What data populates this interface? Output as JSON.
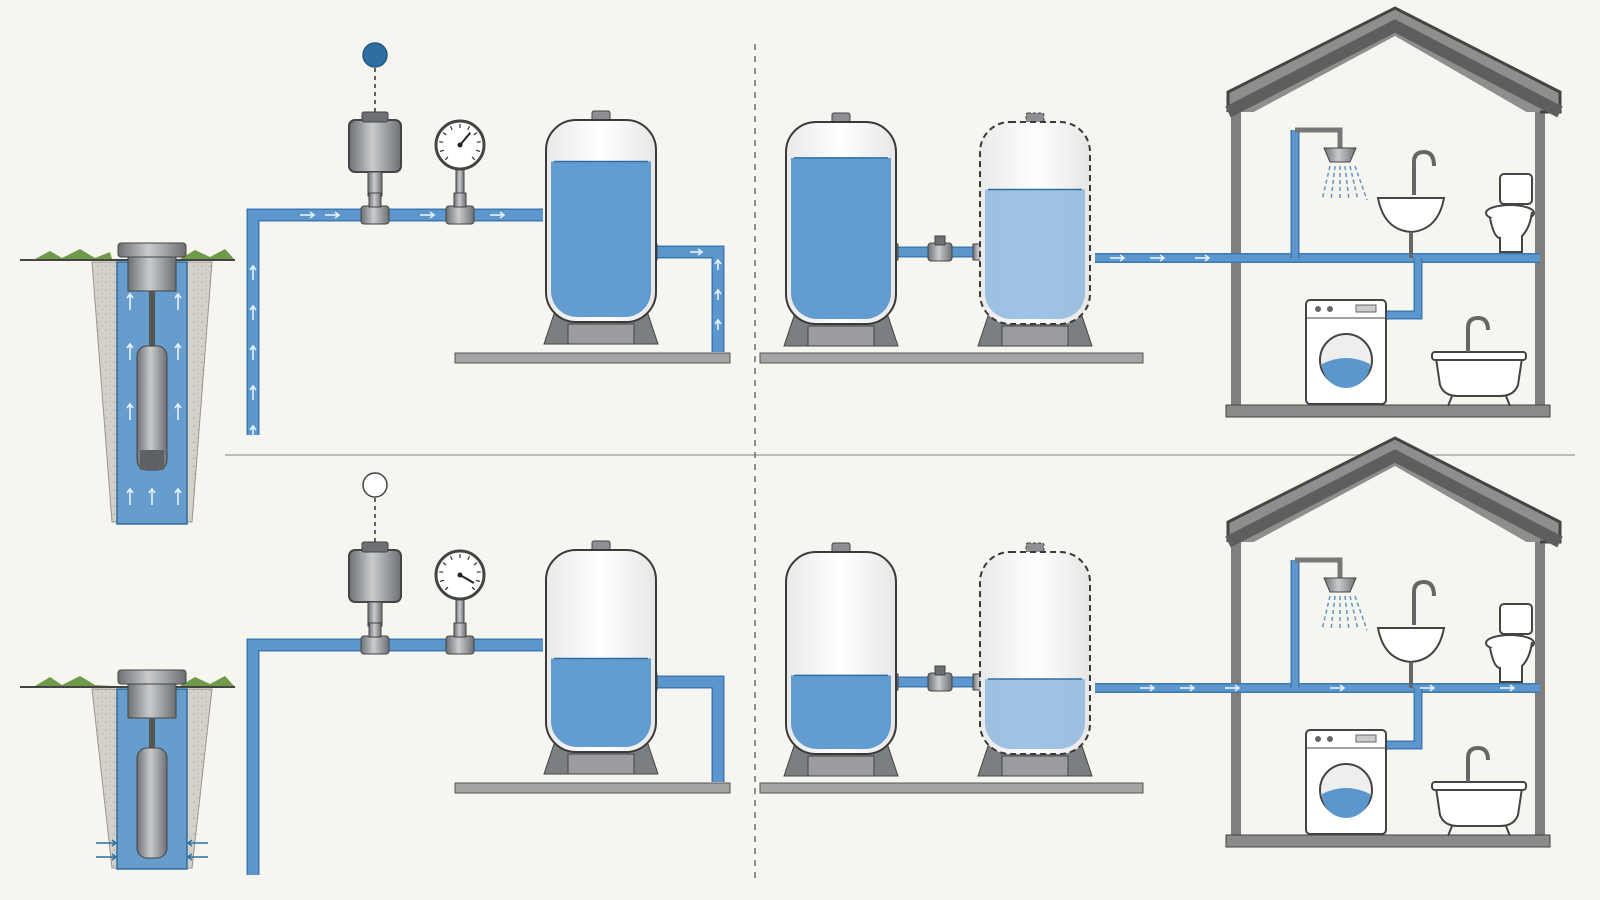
{
  "colors": {
    "background": "#f6f5ef",
    "water": "#5b97cd",
    "water_light": "#8fb8de",
    "pipe_outline": "#3d79b4",
    "flow_arrow": "#e8f2fb",
    "metal": "#8d8f92",
    "metal_dark": "#55585b",
    "house_wall": "#7f7f7f",
    "soil": "#cfccc6",
    "grass": "#6f9a4a",
    "indicator_on": "#2f6ea0",
    "divider": "#9a9a9a"
  },
  "scenarios": [
    {
      "pump_indicator": "on",
      "main_tank_level": 0.82,
      "storage_tank_a_level": 0.85,
      "storage_tank_b_level": 0.68,
      "gauge_needle_deg": 40,
      "supply_arrows": true,
      "house_arrows": false,
      "shower_spray": true,
      "well_intake": "bottom"
    },
    {
      "pump_indicator": "off",
      "main_tank_level": 0.46,
      "storage_tank_a_level": 0.38,
      "storage_tank_b_level": 0.36,
      "gauge_needle_deg": 120,
      "supply_arrows": false,
      "house_arrows": true,
      "shower_spray": true,
      "well_intake": "sides"
    }
  ],
  "icons": [
    "pressure-switch-icon",
    "pressure-gauge-icon",
    "shower-icon",
    "sink-icon",
    "toilet-icon",
    "washing-machine-icon",
    "bathtub-icon",
    "submersible-pump-icon"
  ]
}
